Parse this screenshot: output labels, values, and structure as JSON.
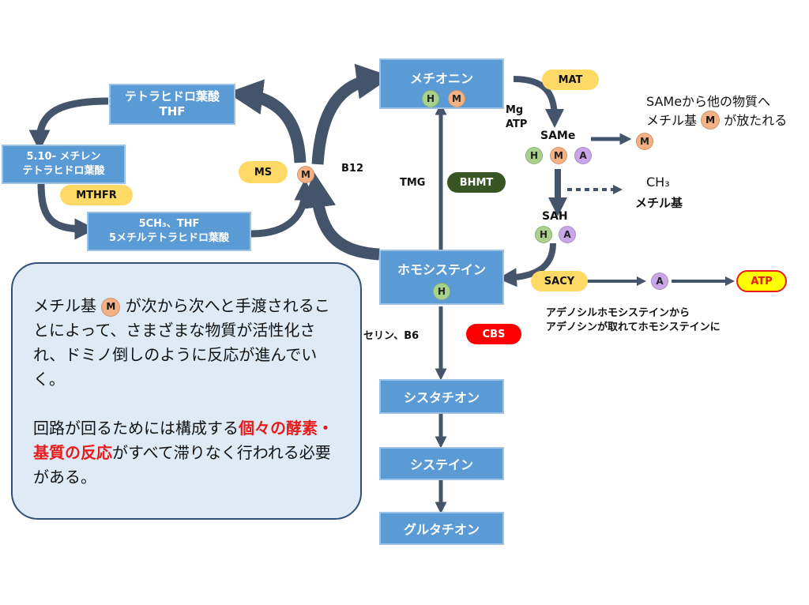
{
  "boxes": {
    "methionine": "メチオニン",
    "thf_line1": "テトラヒドロ葉酸",
    "thf_line2": "THF",
    "methylene_line1": "5.10- メチレン",
    "methylene_line2": "テトラヒドロ葉酸",
    "methyl_thf_line1": "5CH₃、THF",
    "methyl_thf_line2": "5メチルテトラヒドロ葉酸",
    "homocysteine": "ホモシステイン",
    "cystathionine": "シスタチオン",
    "cysteine": "システイン",
    "glutathione": "グルタチオン"
  },
  "enzymes": {
    "mat": "MAT",
    "mthfr": "MTHFR",
    "ms": "MS",
    "bhmt": "BHMT",
    "cbs": "CBS",
    "sacy": "SACY",
    "atp": "ATP"
  },
  "labels": {
    "mg": "Mg",
    "atp": "ATP",
    "b12": "B12",
    "tmg": "TMG",
    "same": "SAMe",
    "sah": "SAH",
    "ch3": "CH₃",
    "methyl_group": "メチル基",
    "serine_b6": "セリン、B6"
  },
  "molecules": {
    "h": "H",
    "m": "M",
    "a": "A"
  },
  "notes": {
    "same_line1": "SAMeから他の物質へ",
    "same_line2_pre": "メチル基",
    "same_line2_post": "が放たれる",
    "adenosyl_line1": "アデノシルホモシステインから",
    "adenosyl_line2": "アデノシンが取れてホモシステインに"
  },
  "panel": {
    "p1_pre": "メチル基",
    "p1_post": "が次から次へと手渡されることによって、さまざまな物質が活性化され、ドミノ倒しのように反応が進んでいく。",
    "p2_pre": "回路が回るためには構成する",
    "p2_red": "個々の酵素・基質の反応",
    "p2_post": "がすべて滞りなく行われる必要がある。"
  },
  "colors": {
    "box": "#5b9bd5",
    "arrow": "#44546a",
    "enzyme_yellow": "#ffd966",
    "bhmt_green": "#375623",
    "cbs_red": "#ff0000",
    "h_green": "#a9d18e",
    "m_orange": "#f4b183",
    "a_purple": "#c9a6e8"
  }
}
